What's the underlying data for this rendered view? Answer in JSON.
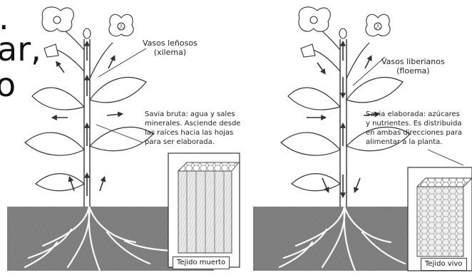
{
  "fragments": {
    "line1": ".",
    "line2": "ar,",
    "line3": "o"
  },
  "left_plant": {
    "vessel_name": "Vasos leñosos",
    "vessel_type": "(xilema)",
    "sap_line1": "Savia bruta: agua y sales",
    "sap_line2": "minerales. Asciende desde",
    "sap_line3": "las raíces hacia las hojas",
    "sap_line4": "para ser elaborada.",
    "tissue_label": "Tejido muerto"
  },
  "right_plant": {
    "vessel_name": "Vasos liberianos",
    "vessel_type": "(floema)",
    "sap_line1": "Savia elaborada: azúcares",
    "sap_line2": "y nutrientes. Es distribuida",
    "sap_line3": "en ambas direcciones para",
    "sap_line4": "alimentar a la planta.",
    "tissue_label": "Tejido vivo"
  },
  "colors": {
    "soil": "#6e6e6e",
    "ink": "#333333",
    "arrow": "#3a3a3a"
  }
}
